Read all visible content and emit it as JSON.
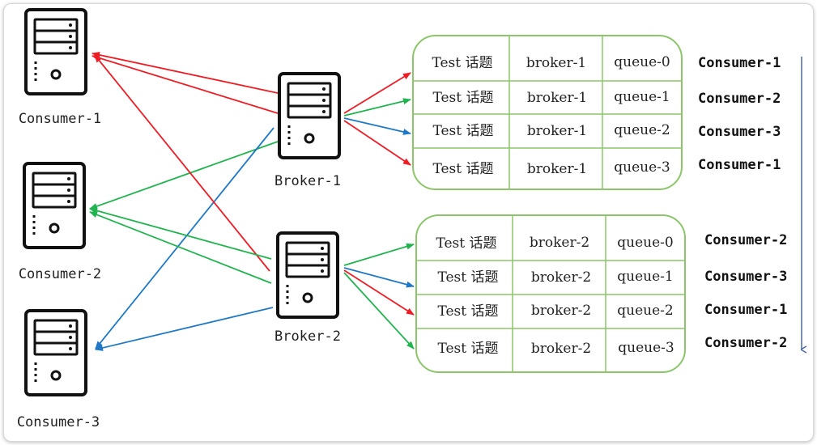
{
  "servers": {
    "consumer_1": "Consumer-1",
    "consumer_2": "Consumer-2",
    "consumer_3": "Consumer-3",
    "broker_1": "Broker-1",
    "broker_2": "Broker-2"
  },
  "broker_1_table": [
    {
      "topic": "Test 话题",
      "broker": "broker-1",
      "queue": "queue-0",
      "consumer": "Consumer-1"
    },
    {
      "topic": "Test 话题",
      "broker": "broker-1",
      "queue": "queue-1",
      "consumer": "Consumer-2"
    },
    {
      "topic": "Test 话题",
      "broker": "broker-1",
      "queue": "queue-2",
      "consumer": "Consumer-3"
    },
    {
      "topic": "Test 话题",
      "broker": "broker-1",
      "queue": "queue-3",
      "consumer": "Consumer-1"
    }
  ],
  "broker_2_table": [
    {
      "topic": "Test 话题",
      "broker": "broker-2",
      "queue": "queue-0",
      "consumer": "Consumer-2"
    },
    {
      "topic": "Test 话题",
      "broker": "broker-2",
      "queue": "queue-1",
      "consumer": "Consumer-3"
    },
    {
      "topic": "Test 话题",
      "broker": "broker-2",
      "queue": "queue-2",
      "consumer": "Consumer-1"
    },
    {
      "topic": "Test 话题",
      "broker": "broker-2",
      "queue": "queue-3",
      "consumer": "Consumer-2"
    }
  ],
  "colors": {
    "red": "#ee1c25",
    "green": "#21b34f",
    "blue": "#1f78c8",
    "table_border": "#8cc56a",
    "order_arrow": "#4a6aa8"
  }
}
